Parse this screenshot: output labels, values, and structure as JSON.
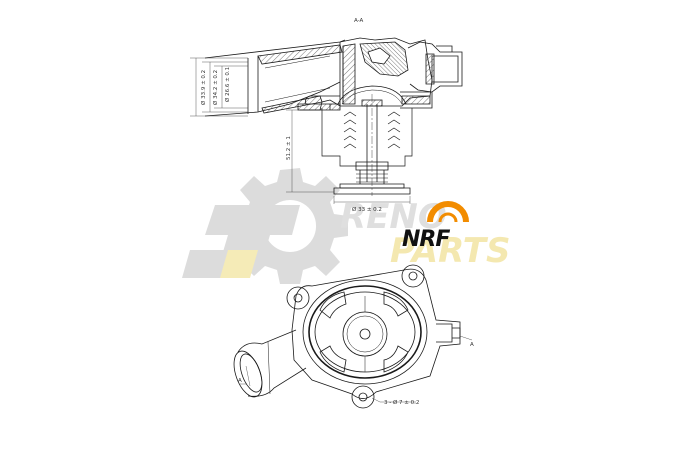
{
  "colors": {
    "line": "#1a1a1a",
    "hatch": "#555555",
    "watermark_gray": "#d9d9d9",
    "watermark_yellow": "#f5e9b0",
    "logo_orange": "#f28c00",
    "logo_text": "#111111"
  },
  "drawing": {
    "section_label": "A-A",
    "dimensions": {
      "d_outer_1": "Ø 33.9 ± 0.2",
      "d_outer_2": "Ø 34.2 ± 0.2",
      "d_inner": "Ø 26.6 ± 0.1",
      "height": "51.2 ± 1",
      "valve_diameter": "Ø 33 ± 0.2",
      "holes": "3 - Ø 7 ± 0.2"
    },
    "view_markers": [
      "A",
      "A"
    ]
  },
  "watermark": {
    "text_top": "RENO",
    "text_bottom": "PARTS"
  },
  "logo": {
    "text": "NRF"
  }
}
